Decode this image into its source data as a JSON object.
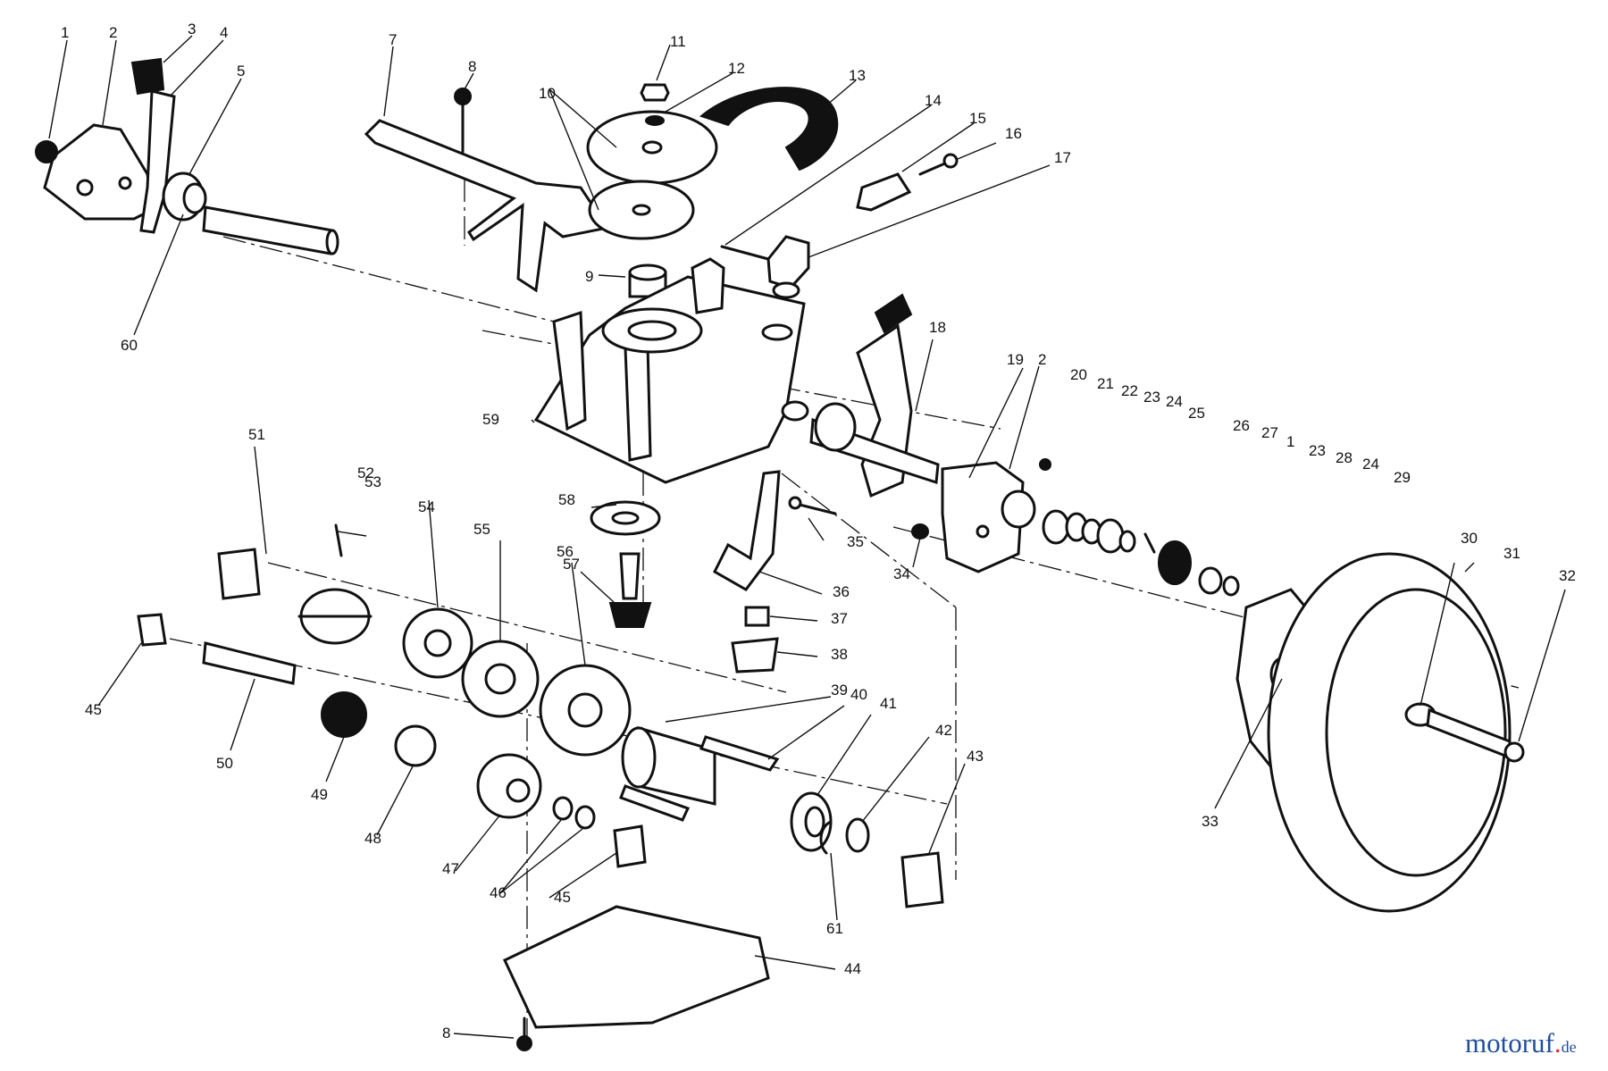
{
  "labels": [
    {
      "id": "1",
      "t": "1"
    },
    {
      "id": "2",
      "t": "2"
    },
    {
      "id": "3",
      "t": "3"
    },
    {
      "id": "4",
      "t": "4"
    },
    {
      "id": "5",
      "t": "5"
    },
    {
      "id": "7",
      "t": "7"
    },
    {
      "id": "8a",
      "t": "8"
    },
    {
      "id": "10",
      "t": "10"
    },
    {
      "id": "11",
      "t": "11"
    },
    {
      "id": "12",
      "t": "12"
    },
    {
      "id": "13",
      "t": "13"
    },
    {
      "id": "14",
      "t": "14"
    },
    {
      "id": "15",
      "t": "15"
    },
    {
      "id": "16",
      "t": "16"
    },
    {
      "id": "17",
      "t": "17"
    },
    {
      "id": "9",
      "t": "9"
    },
    {
      "id": "60",
      "t": "60"
    },
    {
      "id": "18",
      "t": "18"
    },
    {
      "id": "19",
      "t": "19"
    },
    {
      "id": "2b",
      "t": "2"
    },
    {
      "id": "20",
      "t": "20"
    },
    {
      "id": "21",
      "t": "21"
    },
    {
      "id": "22",
      "t": "22"
    },
    {
      "id": "23a",
      "t": "23"
    },
    {
      "id": "24a",
      "t": "24"
    },
    {
      "id": "25",
      "t": "25"
    },
    {
      "id": "26",
      "t": "26"
    },
    {
      "id": "27",
      "t": "27"
    },
    {
      "id": "1b",
      "t": "1"
    },
    {
      "id": "23b",
      "t": "23"
    },
    {
      "id": "28",
      "t": "28"
    },
    {
      "id": "24b",
      "t": "24"
    },
    {
      "id": "29",
      "t": "29"
    },
    {
      "id": "59",
      "t": "59"
    },
    {
      "id": "51",
      "t": "51"
    },
    {
      "id": "52",
      "t": "52"
    },
    {
      "id": "53",
      "t": "53"
    },
    {
      "id": "54",
      "t": "54"
    },
    {
      "id": "55",
      "t": "55"
    },
    {
      "id": "56",
      "t": "56"
    },
    {
      "id": "58",
      "t": "58"
    },
    {
      "id": "57",
      "t": "57"
    },
    {
      "id": "35",
      "t": "35"
    },
    {
      "id": "34",
      "t": "34"
    },
    {
      "id": "36",
      "t": "36"
    },
    {
      "id": "37",
      "t": "37"
    },
    {
      "id": "38",
      "t": "38"
    },
    {
      "id": "30",
      "t": "30"
    },
    {
      "id": "31",
      "t": "31"
    },
    {
      "id": "32",
      "t": "32"
    },
    {
      "id": "45a",
      "t": "45"
    },
    {
      "id": "50",
      "t": "50"
    },
    {
      "id": "49",
      "t": "49"
    },
    {
      "id": "48",
      "t": "48"
    },
    {
      "id": "47",
      "t": "47"
    },
    {
      "id": "46",
      "t": "46"
    },
    {
      "id": "45b",
      "t": "45"
    },
    {
      "id": "39",
      "t": "39"
    },
    {
      "id": "40",
      "t": "40"
    },
    {
      "id": "41",
      "t": "41"
    },
    {
      "id": "42",
      "t": "42"
    },
    {
      "id": "43",
      "t": "43"
    },
    {
      "id": "61",
      "t": "61"
    },
    {
      "id": "33",
      "t": "33"
    },
    {
      "id": "44",
      "t": "44"
    },
    {
      "id": "8b",
      "t": "8"
    }
  ],
  "watermark": {
    "brand": "motoruf",
    "tld": "de"
  }
}
